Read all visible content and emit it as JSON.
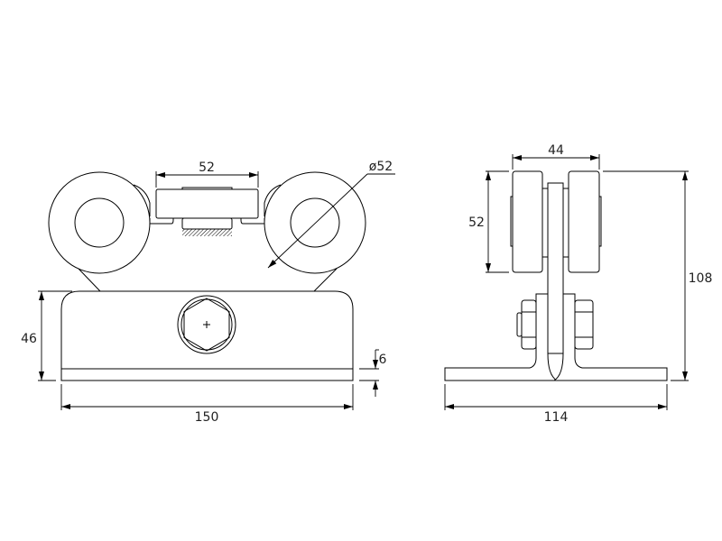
{
  "front_view": {
    "dims": {
      "top_block_width": "52",
      "wheel_diameter": "ø52",
      "height": "46",
      "base_thickness": "6",
      "width": "150"
    }
  },
  "side_view": {
    "dims": {
      "wheel_span": "44",
      "wheel_height": "52",
      "total_height": "108",
      "base_width": "114"
    }
  }
}
